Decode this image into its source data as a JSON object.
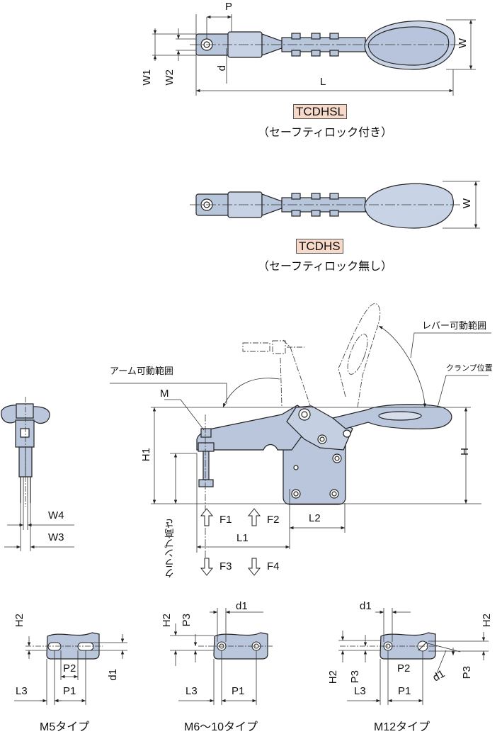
{
  "top_view_locked": {
    "badge": "TCDHSL",
    "caption": "（セーフティロック付き）",
    "dims": {
      "p": "P",
      "w": "W",
      "w1": "W1",
      "w2": "W2",
      "d": "d",
      "l": "L"
    }
  },
  "top_view_unlocked": {
    "badge": "TCDHS",
    "caption": "（セーフティロック無し）",
    "dims": {
      "w": "W"
    }
  },
  "side_view": {
    "arm_range": "アーム可動範囲",
    "lever_range": "レバー可動範囲",
    "clamp_position": "クランプ位置",
    "clamp_height": "クランプ高さ",
    "dims": {
      "m": "M",
      "h": "H",
      "h1": "H1",
      "l1": "L1",
      "l2": "L2"
    },
    "forces": {
      "f1": "F1",
      "f2": "F2",
      "f3": "F3",
      "f4": "F4"
    }
  },
  "front_view": {
    "dims": {
      "w3": "W3",
      "w4": "W4"
    }
  },
  "mount_details": [
    {
      "type": "M5タイプ",
      "labels": {
        "h2": "H2",
        "d1": "d1",
        "p1": "P1",
        "p2": "P2",
        "l3": "L3"
      }
    },
    {
      "type": "M6～10タイプ",
      "labels": {
        "h2": "H2",
        "p3": "P3",
        "d1": "d1",
        "p1": "P1",
        "l3": "L3"
      }
    },
    {
      "type": "M12タイプ",
      "labels": {
        "d1_top": "d1",
        "h2_right": "H2",
        "h2": "H2",
        "p3": "P3",
        "p2": "P2",
        "l3": "L3",
        "p1": "P1",
        "d1": "d1",
        "p3_right": "P3"
      }
    }
  ]
}
